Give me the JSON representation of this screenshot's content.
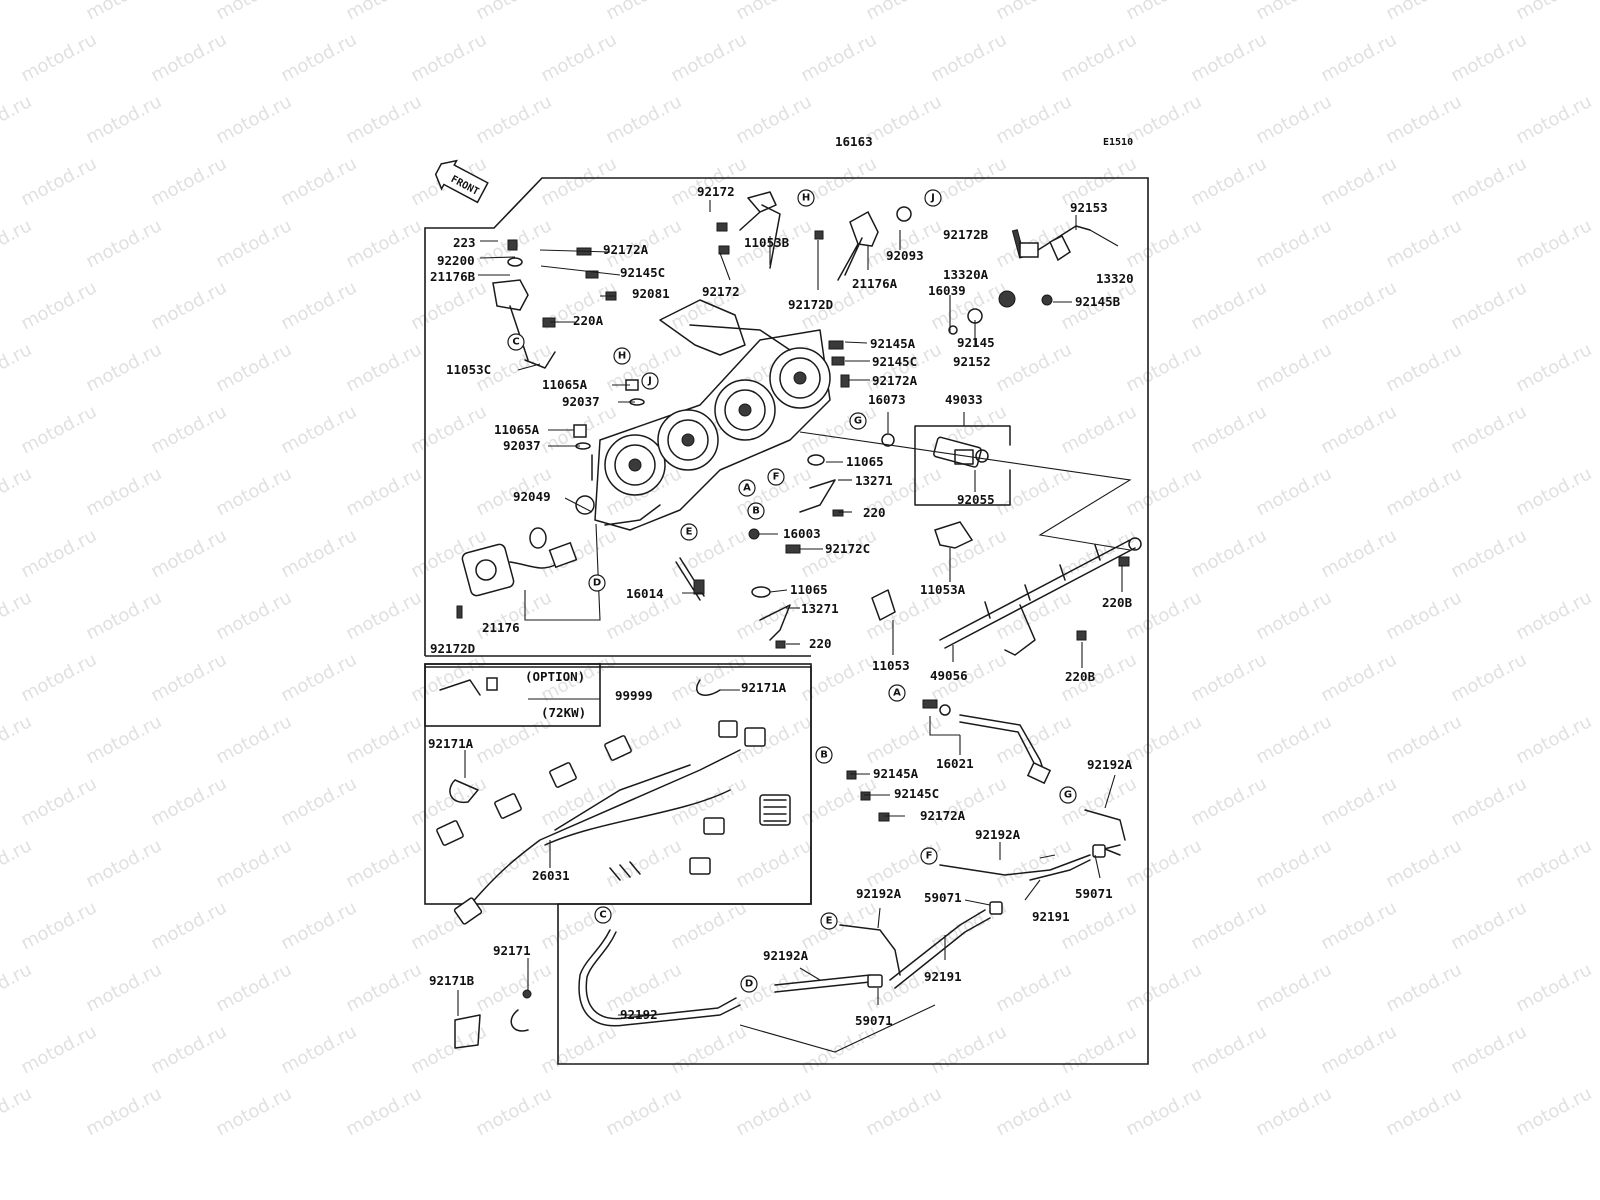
{
  "diagram": {
    "code": "E1510",
    "front_label": "FRONT",
    "option_label": "(OPTION)",
    "option_power": "(72KW)",
    "watermark_text": "motod.ru",
    "part_numbers": {
      "assembly": "16163",
      "p223": "223",
      "p92200": "92200",
      "p21176B": "21176B",
      "p220A": "220A",
      "p11053C": "11053C",
      "p11065A_1": "11065A",
      "p92037_1": "92037",
      "p11065A_2": "11065A",
      "p92037_2": "92037",
      "p92049": "92049",
      "p21176": "21176",
      "p92172D_1": "92172D",
      "p92172A_1": "92172A",
      "p92145C_1": "92145C",
      "p92081": "92081",
      "p92172_1": "92172",
      "p92172_2": "92172",
      "p11053B": "11053B",
      "p21176A": "21176A",
      "p92093": "92093",
      "p92172D_2": "92172D",
      "p92172B": "92172B",
      "p92153": "92153",
      "p13320A": "13320A",
      "p13320": "13320",
      "p16039": "16039",
      "p92145B": "92145B",
      "p92145": "92145",
      "p92152": "92152",
      "p92145A_1": "92145A",
      "p92145C_2": "92145C",
      "p92172A_2": "92172A",
      "p16073": "16073",
      "p49033": "49033",
      "p11065_1": "11065",
      "p13271_1": "13271",
      "p92055": "92055",
      "p220_1": "220",
      "p16003": "16003",
      "p92172C": "92172C",
      "p16014": "16014",
      "p11065_2": "11065",
      "p13271_2": "13271",
      "p220_2": "220",
      "p11053A": "11053A",
      "p220B_1": "220B",
      "p11053": "11053",
      "p49056": "49056",
      "p220B_2": "220B",
      "p99999": "99999",
      "p92171A_1": "92171A",
      "p92171A_2": "92171A",
      "p26031": "26031",
      "p92171": "92171",
      "p92171B": "92171B",
      "p16021": "16021",
      "p92145A_2": "92145A",
      "p92145C_3": "92145C",
      "p92172A_3": "92172A",
      "p92192A_1": "92192A",
      "p92192A_2": "92192A",
      "p92192A_3": "92192A",
      "p92192A_4": "92192A",
      "p59071_1": "59071",
      "p59071_2": "59071",
      "p59071_3": "59071",
      "p92191_1": "92191",
      "p92191_2": "92191",
      "p92192": "92192"
    },
    "callouts": {
      "H1": "H",
      "J1": "J",
      "C1": "C",
      "H2": "H",
      "J2": "J",
      "G1": "G",
      "A1": "A",
      "F1": "F",
      "B1": "B",
      "E1": "E",
      "D1": "D",
      "A2": "A",
      "B2": "B",
      "G2": "G",
      "F2": "F",
      "E2": "E",
      "C2": "C",
      "D2": "D"
    }
  }
}
